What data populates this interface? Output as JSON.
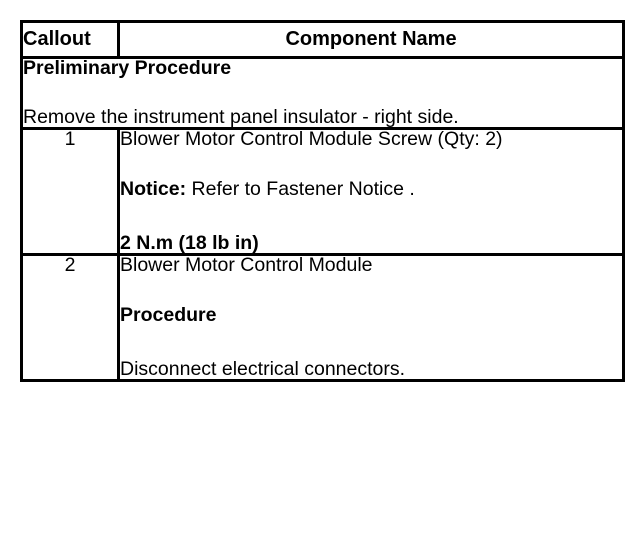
{
  "document": {
    "type": "service-procedure-table",
    "background_color": "#ffffff",
    "text_color": "#000000",
    "border_color": "#000000"
  },
  "table": {
    "columns": [
      {
        "key": "callout",
        "header": "Callout",
        "align": "left"
      },
      {
        "key": "component_name",
        "header": "Component Name",
        "align": "center"
      }
    ],
    "preliminary": {
      "title": "Preliminary Procedure",
      "text": "Remove the instrument panel insulator - right side."
    },
    "rows": [
      {
        "callout": "1",
        "lines": [
          {
            "text": "Blower Motor Control Module Screw (Qty: 2)",
            "bold": false
          },
          {
            "lead": "Notice:",
            "text": " Refer to Fastener Notice .",
            "bold": false
          },
          {
            "text": "2 N.m (18 lb in)",
            "bold": true
          }
        ]
      },
      {
        "callout": "2",
        "lines": [
          {
            "text": "Blower Motor Control Module",
            "bold": false
          },
          {
            "text": "Procedure",
            "bold": true
          },
          {
            "text": "Disconnect electrical connectors.",
            "bold": false
          }
        ]
      }
    ]
  }
}
